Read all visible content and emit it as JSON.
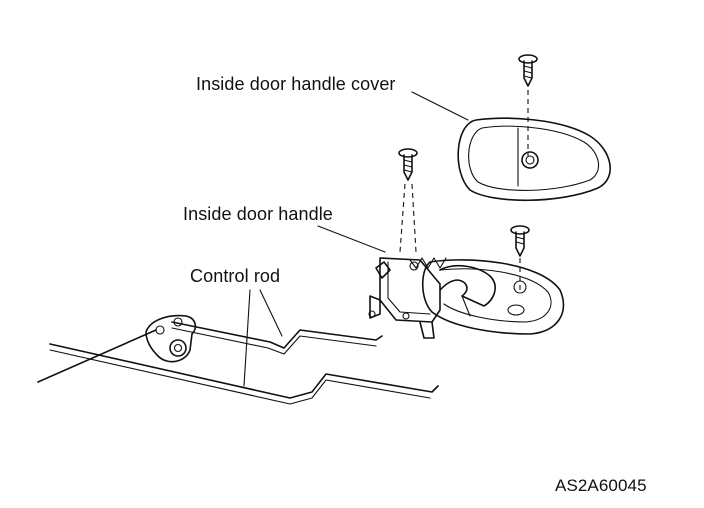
{
  "labels": {
    "inside_door_handle_cover": "Inside door handle cover",
    "inside_door_handle": "Inside door handle",
    "control_rod": "Control rod",
    "figure_code": "AS2A60045"
  },
  "colors": {
    "line": "#111111",
    "background": "#ffffff"
  }
}
